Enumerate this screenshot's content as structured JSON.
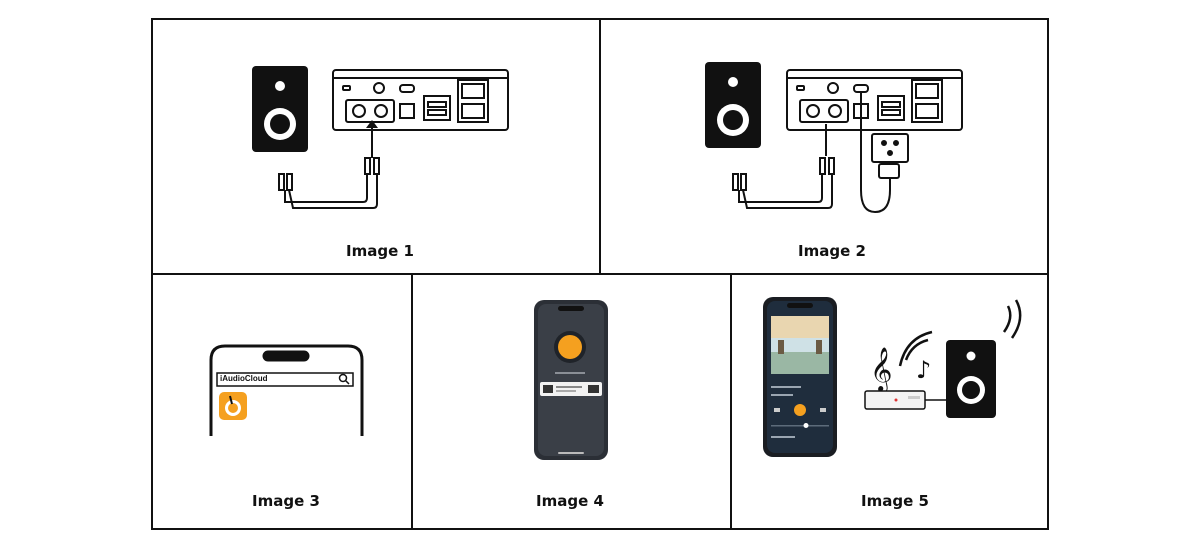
{
  "captions": {
    "image1": "Image 1",
    "image2": "Image 2",
    "image3": "Image 3",
    "image4": "Image 4",
    "image5": "Image 5"
  },
  "app": {
    "search_text": "iAudioCloud"
  },
  "colors": {
    "line": "#111111",
    "accent_orange": "#f5a01f",
    "phone_dark": "#2b2f36",
    "screen_blue": "#1f2d3d"
  },
  "icons": [
    "speaker-icon",
    "receiver-icon",
    "rca-cable-icon",
    "power-outlet-icon",
    "smartphone-icon",
    "search-icon",
    "app-icon",
    "treble-clef-icon",
    "music-note-icon",
    "wifi-waves-icon"
  ]
}
